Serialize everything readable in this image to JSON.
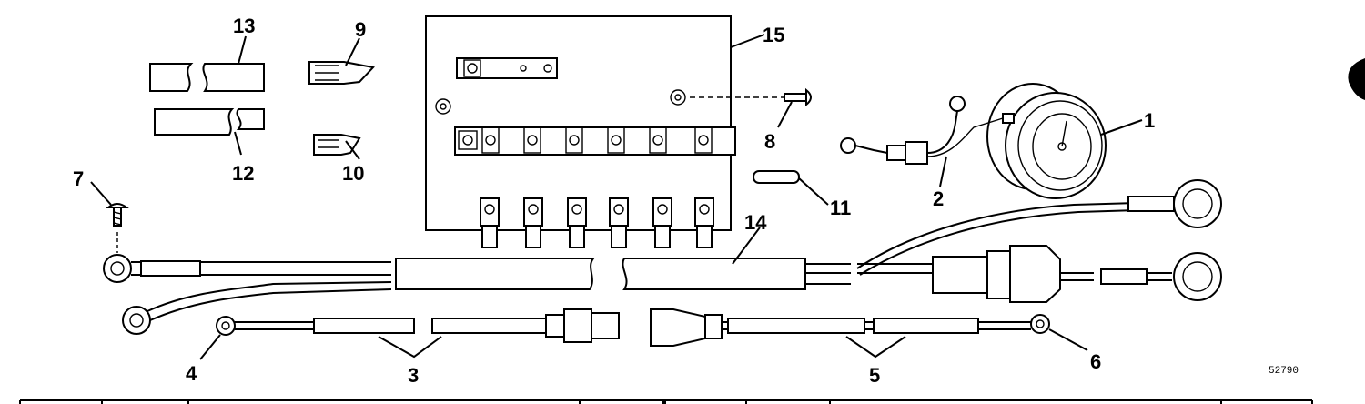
{
  "callouts": {
    "c1": "1",
    "c2": "2",
    "c3": "3",
    "c4": "4",
    "c5": "5",
    "c6": "6",
    "c7": "7",
    "c8": "8",
    "c9": "9",
    "c10": "10",
    "c11": "11",
    "c12": "12",
    "c13": "13",
    "c14": "14",
    "c15": "15"
  },
  "figure_number": "52790",
  "colors": {
    "ink": "#000000",
    "paper": "#ffffff"
  }
}
